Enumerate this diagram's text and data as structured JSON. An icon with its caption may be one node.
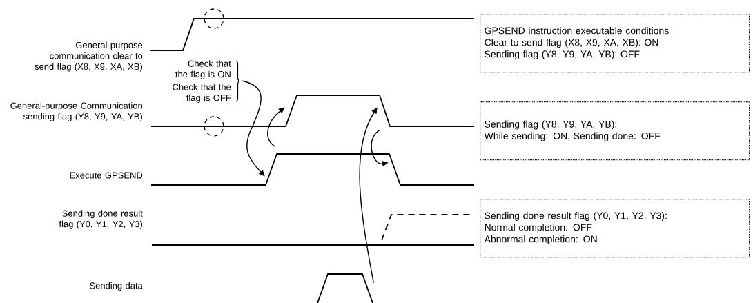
{
  "diagram": {
    "nodes": [
      {
        "text": [
          "GPSEND instruction executable conditions",
          "Clear to send flag (X8, X9, XA, XB): ON",
          "Sending flag (Y8, Y9, YA, YB): OFF"
        ]
      },
      {
        "text": [
          "Sending flag (Y8, Y9, YA, YB):",
          "While sending: ON, Sending done: OFF"
        ]
      },
      {
        "text": [
          "Sending done result flag (Y0, Y1, Y2, Y3):",
          "Normal completion: OFF",
          "Abnormal completion: ON"
        ]
      },
      {
        "text": [
          "Check that the flag is ON",
          "Check that the flag is OFF"
        ]
      },
      {
        "text": [],
        "shape": "line"
      },
      {
        "text": [],
        "shape": "line"
      },
      {
        "text": [],
        "shape": "line"
      },
      {
        "text": [],
        "shape": "line"
      },
      {
        "text": [],
        "shape": "pulse"
      }
    ],
    "edges": [
      {
        "from": 3,
        "to": 6,
        "arrow": "to"
      },
      {
        "from": 6,
        "to": 4,
        "arrow": "to"
      },
      {
        "from": 8,
        "to": 5,
        "arrow": "to"
      },
      {
        "from": 5,
        "to": 7,
        "arrow": "to"
      }
    ],
    "labels": [
      "General-purpose communication clear to send flag (X8, X9, XA, XB)",
      "General-purpose Communication sending flag (Y8, Y9, YA, YB)",
      "Execute GPSEND",
      "Sending done result flag (Y0, Y1, Y2, Y3)",
      "Sending data"
    ]
  }
}
